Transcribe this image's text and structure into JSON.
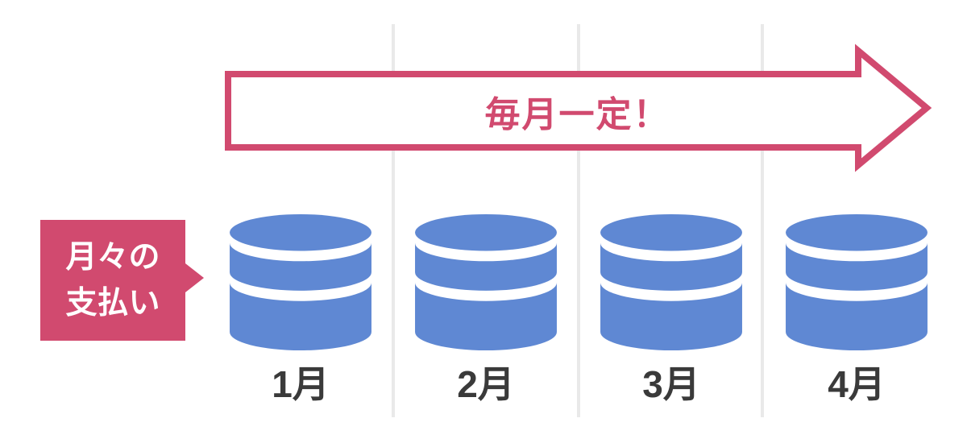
{
  "colors": {
    "pink": "#d14a6f",
    "blue": "#5f88d3",
    "grid": "#e9e9e9",
    "text_dark": "#3a3a3a"
  },
  "arrow": {
    "label": "毎月一定！"
  },
  "payment_label": {
    "line1": "月々の",
    "line2": "支払い"
  },
  "months": [
    {
      "label": "1月"
    },
    {
      "label": "2月"
    },
    {
      "label": "3月"
    },
    {
      "label": "4月"
    }
  ]
}
